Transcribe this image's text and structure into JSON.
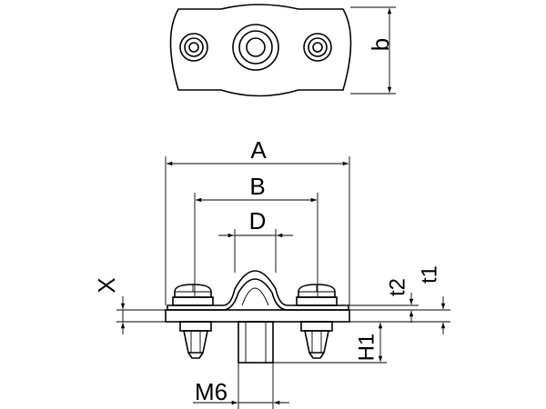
{
  "labels": {
    "b": "b",
    "A": "A",
    "B": "B",
    "D": "D",
    "X": "X",
    "t2": "t2",
    "t1": "t1",
    "H1": "H1",
    "M6": "M6"
  }
}
